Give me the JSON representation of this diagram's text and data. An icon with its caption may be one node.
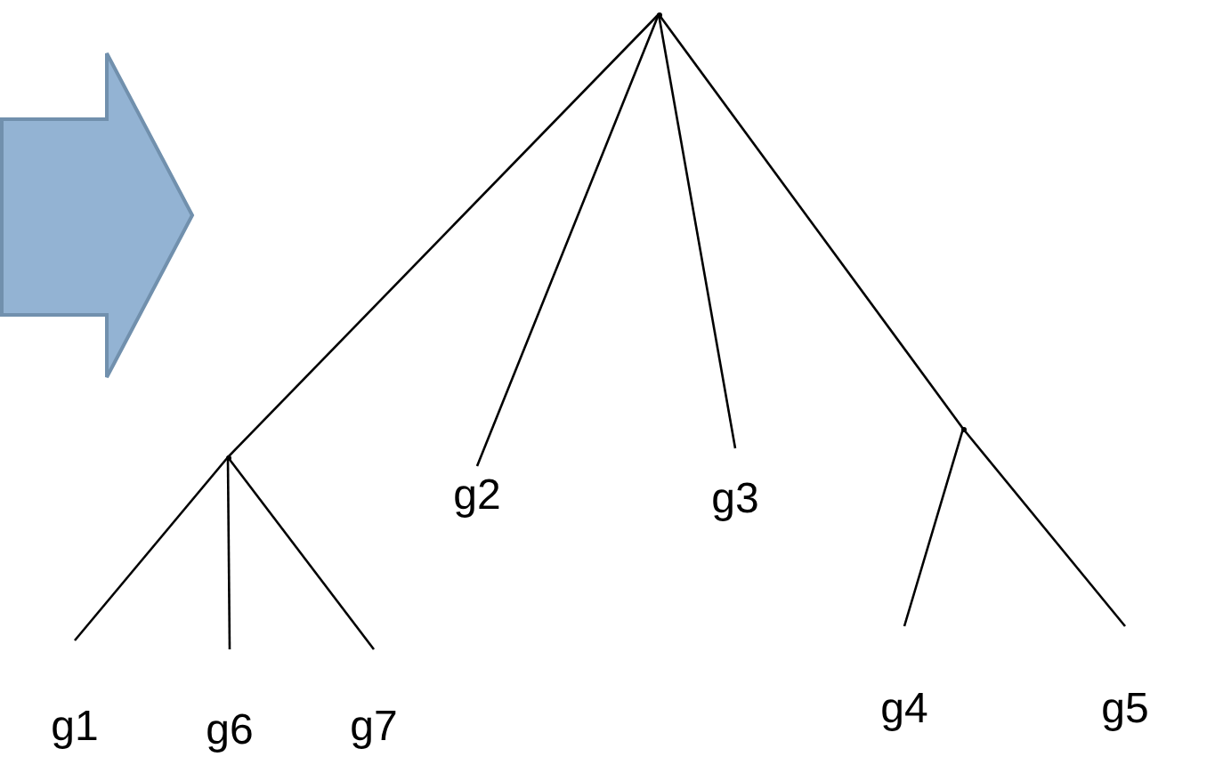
{
  "diagram": {
    "nodes": [
      {
        "text": [],
        "shape": "dot"
      },
      {
        "text": [],
        "shape": "dot"
      },
      {
        "text": [],
        "shape": "dot"
      },
      {
        "text": [
          "g1"
        ]
      },
      {
        "text": [
          "g6"
        ]
      },
      {
        "text": [
          "g7"
        ]
      },
      {
        "text": [
          "g2"
        ]
      },
      {
        "text": [
          "g3"
        ]
      },
      {
        "text": [
          "g4"
        ]
      },
      {
        "text": [
          "g5"
        ]
      }
    ],
    "edges": [
      {
        "from": 0,
        "to": 1,
        "arrow": "none"
      },
      {
        "from": 0,
        "to": 6,
        "arrow": "none"
      },
      {
        "from": 0,
        "to": 7,
        "arrow": "none"
      },
      {
        "from": 0,
        "to": 2,
        "arrow": "none"
      },
      {
        "from": 1,
        "to": 3,
        "arrow": "none"
      },
      {
        "from": 1,
        "to": 4,
        "arrow": "none"
      },
      {
        "from": 1,
        "to": 5,
        "arrow": "none"
      },
      {
        "from": 2,
        "to": 8,
        "arrow": "none"
      },
      {
        "from": 2,
        "to": 9,
        "arrow": "none"
      }
    ]
  }
}
